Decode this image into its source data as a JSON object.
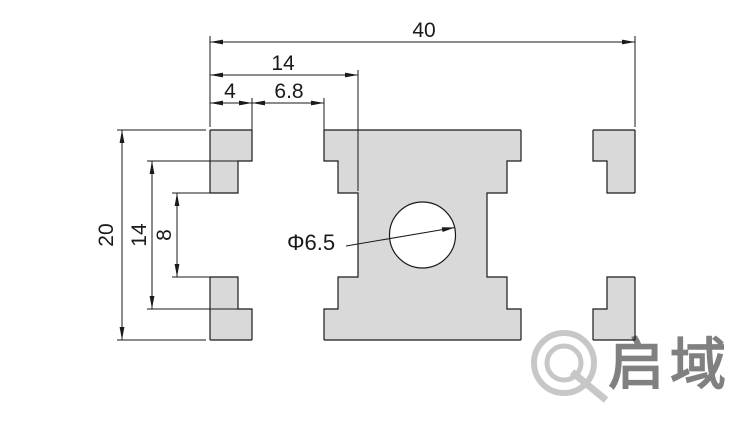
{
  "drawing": {
    "dimensions": {
      "overall_width": "40",
      "top_slot_span": "14",
      "edge_to_opening": "4",
      "opening_width": "6.8",
      "overall_height": "20",
      "inner_cavity_height": "14",
      "side_opening_height": "8",
      "center_hole": "Φ6.5"
    },
    "watermark": {
      "text": "启域"
    },
    "colors": {
      "profile_fill": "#d9d9d9",
      "line": "#1a1a1a",
      "watermark": "#9a9a9a"
    }
  }
}
